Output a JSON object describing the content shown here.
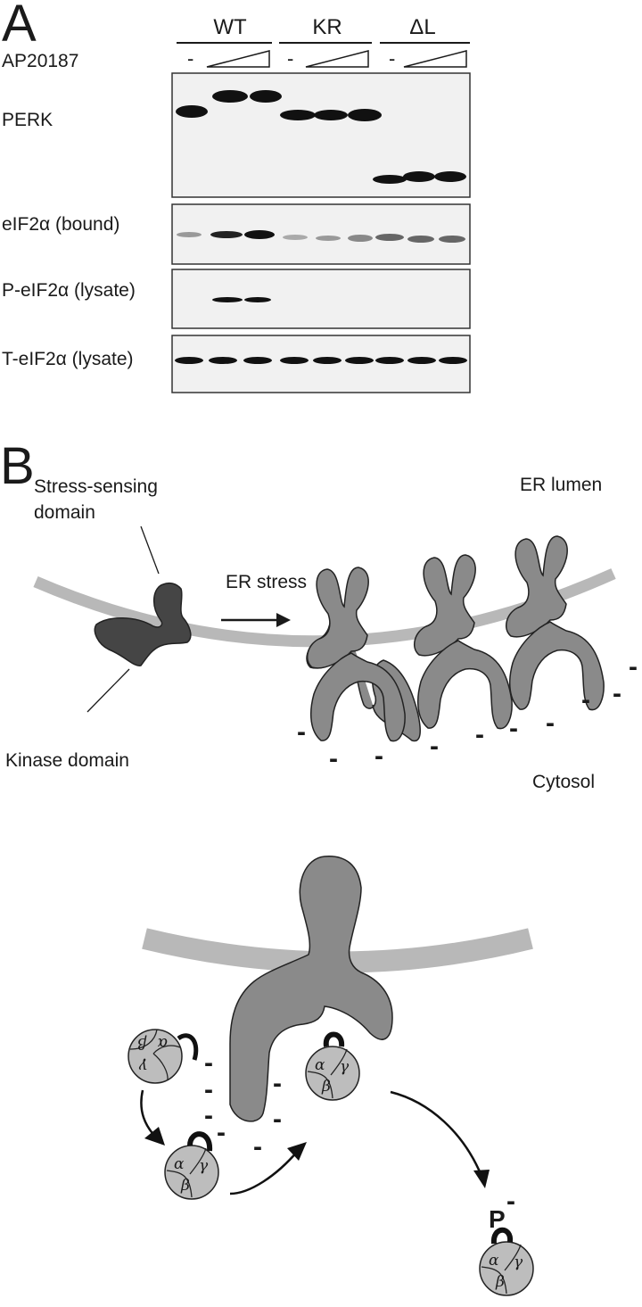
{
  "panel_a": {
    "letter": "A",
    "groups": [
      "WT",
      "KR",
      "ΔL"
    ],
    "treatment_label": "AP20187",
    "untreated_marker": "-",
    "blot_labels": [
      "PERK",
      "eIF2α (bound)",
      "P-eIF2α (lysate)",
      "T-eIF2α (lysate)"
    ]
  },
  "panel_b": {
    "letter": "B",
    "stress_sensing_line1": "Stress-sensing",
    "stress_sensing_line2": "domain",
    "er_stress": "ER stress",
    "er_lumen": "ER lumen",
    "kinase_domain": "Kinase domain",
    "cytosol": "Cytosol",
    "phospho_label": "P",
    "charge": "-",
    "subunits": {
      "alpha": "α",
      "beta": "β",
      "gamma": "γ"
    }
  },
  "colors": {
    "membrane": "#b8b8b8",
    "inactive_perk": "#454545",
    "active_perk": "#8a8a8a",
    "eif2": "#bdbdbd",
    "blot_band": "#111111",
    "blot_background": "#f1f1f1"
  }
}
